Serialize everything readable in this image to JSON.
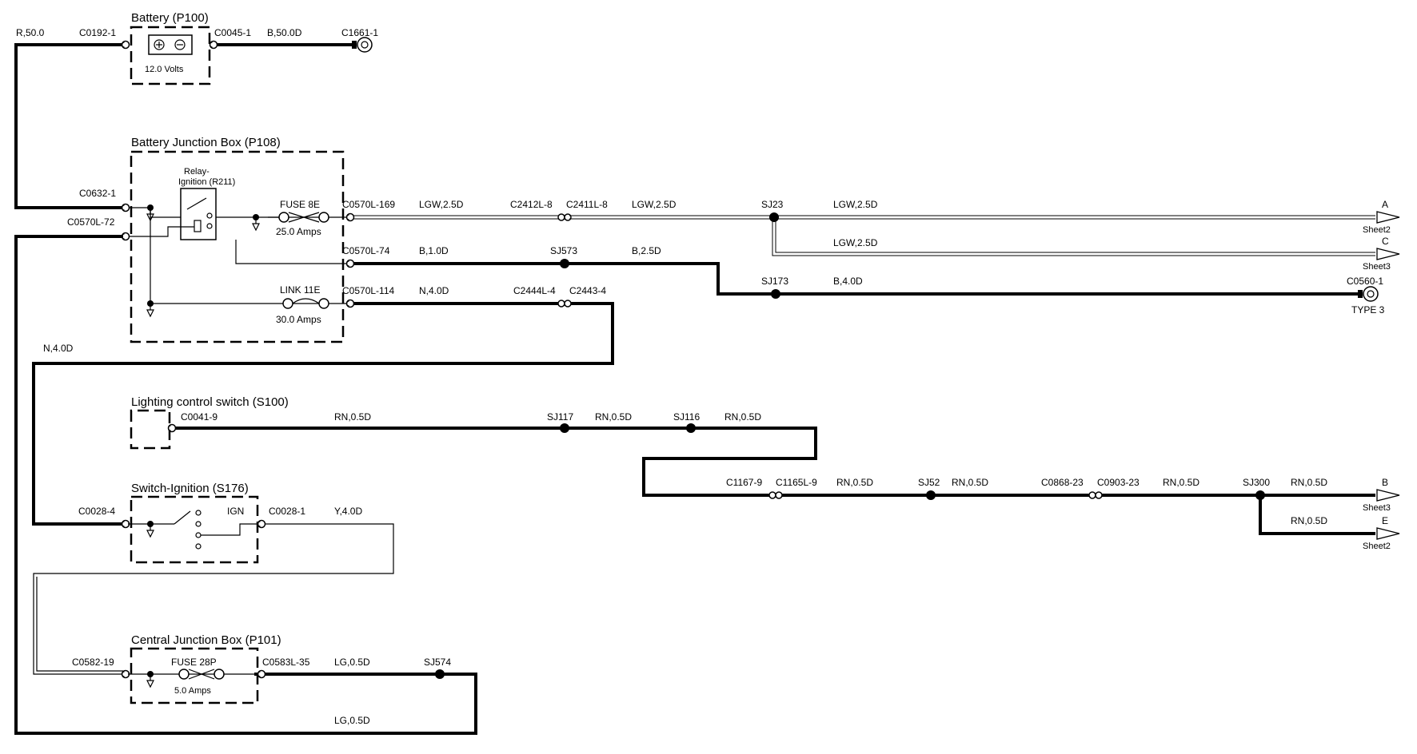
{
  "components": {
    "battery": {
      "title": "Battery (P100)",
      "voltage": "12.0 Volts"
    },
    "bjb": {
      "title": "Battery Junction Box (P108)",
      "relay": "Relay-",
      "relay2": "Ignition (R211)",
      "fuse": "FUSE 8E",
      "fuse_amps": "25.0 Amps",
      "link": "LINK 11E",
      "link_amps": "30.0 Amps"
    },
    "lcs": {
      "title": "Lighting control switch (S100)"
    },
    "ign": {
      "title": "Switch-Ignition (S176)",
      "label": "IGN"
    },
    "cjb": {
      "title": "Central Junction Box (P101)",
      "fuse": "FUSE 28P",
      "fuse_amps": "5.0 Amps"
    }
  },
  "connectors": {
    "c0192": "C0192-1",
    "c0045": "C0045-1",
    "c1661": "C1661-1",
    "c0632": "C0632-1",
    "c0570_72": "C0570L-72",
    "c0570_169": "C0570L-169",
    "c0570_74": "C0570L-74",
    "c0570_114": "C0570L-114",
    "c2412": "C2412L-8",
    "c2411": "C2411L-8",
    "c2444": "C2444L-4",
    "c2443": "C2443-4",
    "c0560": "C0560-1",
    "c0560_type": "TYPE 3",
    "c0041": "C0041-9",
    "c1167": "C1167-9",
    "c1165": "C1165L-9",
    "c0868": "C0868-23",
    "c0903": "C0903-23",
    "c0028_4": "C0028-4",
    "c0028_1": "C0028-1",
    "c0582": "C0582-19",
    "c0583": "C0583L-35"
  },
  "splices": {
    "sj23": "SJ23",
    "sj573": "SJ573",
    "sj173": "SJ173",
    "sj117": "SJ117",
    "sj116": "SJ116",
    "sj52": "SJ52",
    "sj300": "SJ300",
    "sj574": "SJ574"
  },
  "wires": {
    "r50": "R,50.0",
    "b50": "B,50.0D",
    "lgw1": "LGW,2.5D",
    "lgw2": "LGW,2.5D",
    "lgw3": "LGW,2.5D",
    "lgw4": "LGW,2.5D",
    "b10": "B,1.0D",
    "b25": "B,2.5D",
    "b40": "B,4.0D",
    "n40a": "N,4.0D",
    "n40b": "N,4.0D",
    "rn1": "RN,0.5D",
    "rn2": "RN,0.5D",
    "rn3": "RN,0.5D",
    "rn4": "RN,0.5D",
    "rn5": "RN,0.5D",
    "rn6": "RN,0.5D",
    "rn7": "RN,0.5D",
    "rn8": "RN,0.5D",
    "y40": "Y,4.0D",
    "lg1": "LG,0.5D",
    "lg2": "LG,0.5D"
  },
  "offsheet": {
    "a": {
      "letter": "A",
      "sheet": "Sheet2"
    },
    "c": {
      "letter": "C",
      "sheet": "Sheet3"
    },
    "b": {
      "letter": "B",
      "sheet": "Sheet3"
    },
    "e": {
      "letter": "E",
      "sheet": "Sheet2"
    }
  }
}
